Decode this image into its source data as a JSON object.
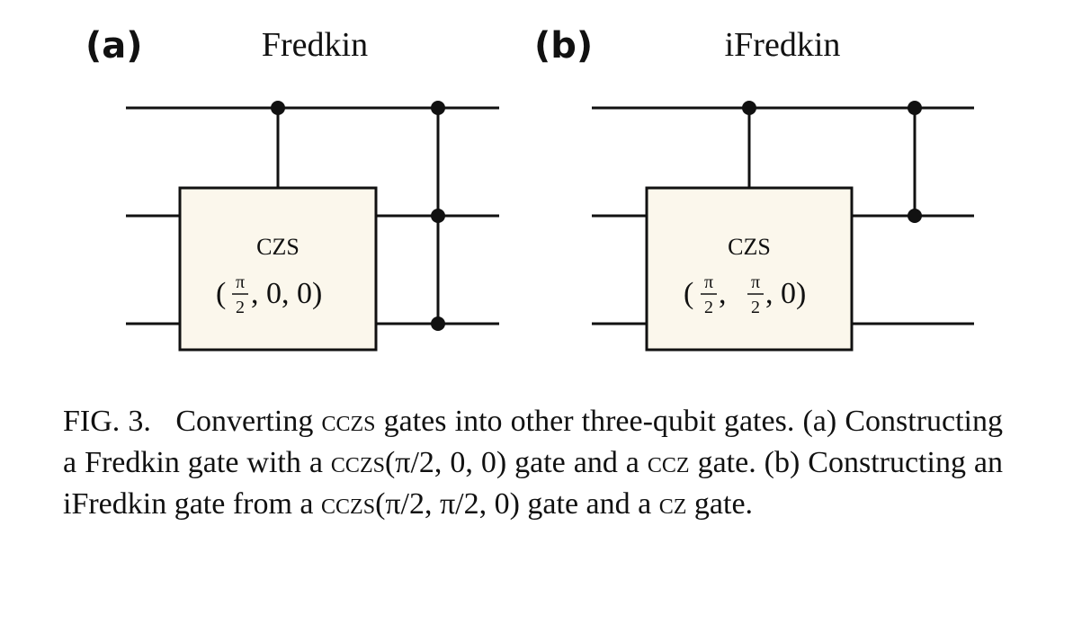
{
  "figure": {
    "panel_a": {
      "label": "(a)",
      "title": "Fredkin",
      "gate": {
        "name": "CZS",
        "params_open": "(",
        "frac_num": "π",
        "frac_den": "2",
        "params_rest": ", 0, 0)"
      }
    },
    "panel_b": {
      "label": "(b)",
      "title": "iFredkin",
      "gate": {
        "name": "CZS",
        "params_open": "(",
        "frac1_num": "π",
        "frac1_den": "2",
        "frac2_num": "π",
        "frac2_den": "2",
        "params_rest": ", 0)"
      }
    }
  },
  "caption": {
    "label": "FIG. 3.",
    "s1": "Converting",
    "g1": "cczs",
    "s2": "gates into other three-qubit gates. (a) Constructing a Fredkin gate with a",
    "g2": "cczs",
    "s3": "(π/2, 0, 0) gate and a",
    "g3": "ccz",
    "s4": "gate. (b) Constructing an iFredkin gate from a",
    "g4": "cczs",
    "s5": "(π/2, π/2, 0) gate and a",
    "g5": "cz",
    "s6": "gate."
  },
  "colors": {
    "gate_fill": "#fbf7ec",
    "ink": "#111111"
  }
}
